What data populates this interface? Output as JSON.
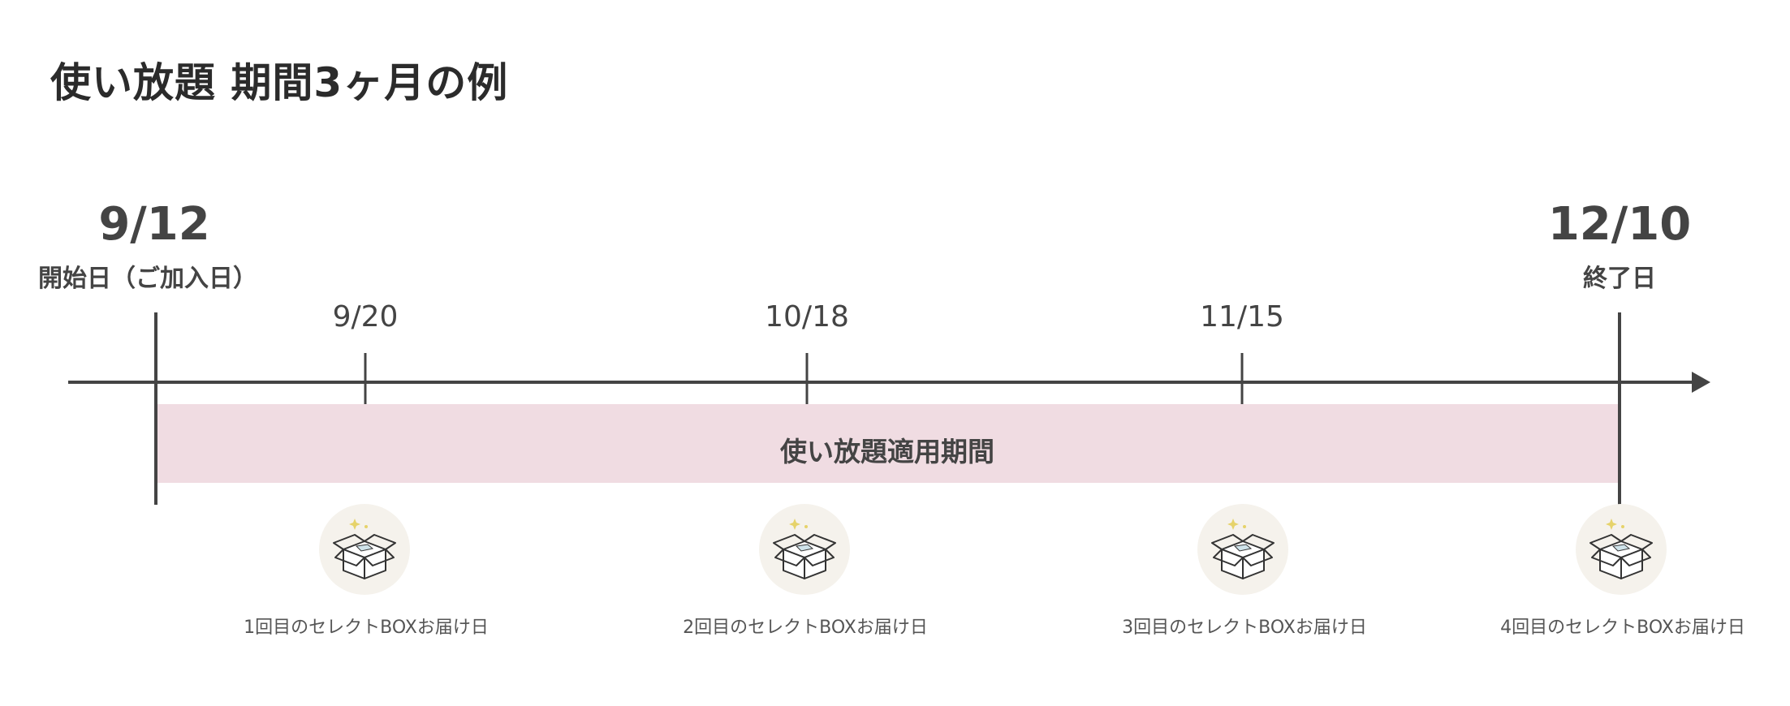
{
  "title": "使い放題 期間3ヶ月の例",
  "start": {
    "date": "9/12",
    "label": "開始日（ご加入日）"
  },
  "end": {
    "date": "12/10",
    "label": "終了日"
  },
  "milestones": [
    {
      "date": "9/20"
    },
    {
      "date": "10/18"
    },
    {
      "date": "11/15"
    }
  ],
  "period_label": "使い放題適用期間",
  "deliveries": [
    {
      "label": "1回目のセレクトBOXお届け日",
      "icon": "box-icon"
    },
    {
      "label": "2回目のセレクトBOXお届け日",
      "icon": "box-icon"
    },
    {
      "label": "3回目のセレクトBOXお届け日",
      "icon": "box-icon"
    },
    {
      "label": "4回目のセレクトBOXお届け日",
      "icon": "box-icon"
    }
  ],
  "colors": {
    "axis": "#444444",
    "period_band": "#f0dce2",
    "icon_background": "#f5f2ec",
    "sparkle": "#e6d36a"
  }
}
